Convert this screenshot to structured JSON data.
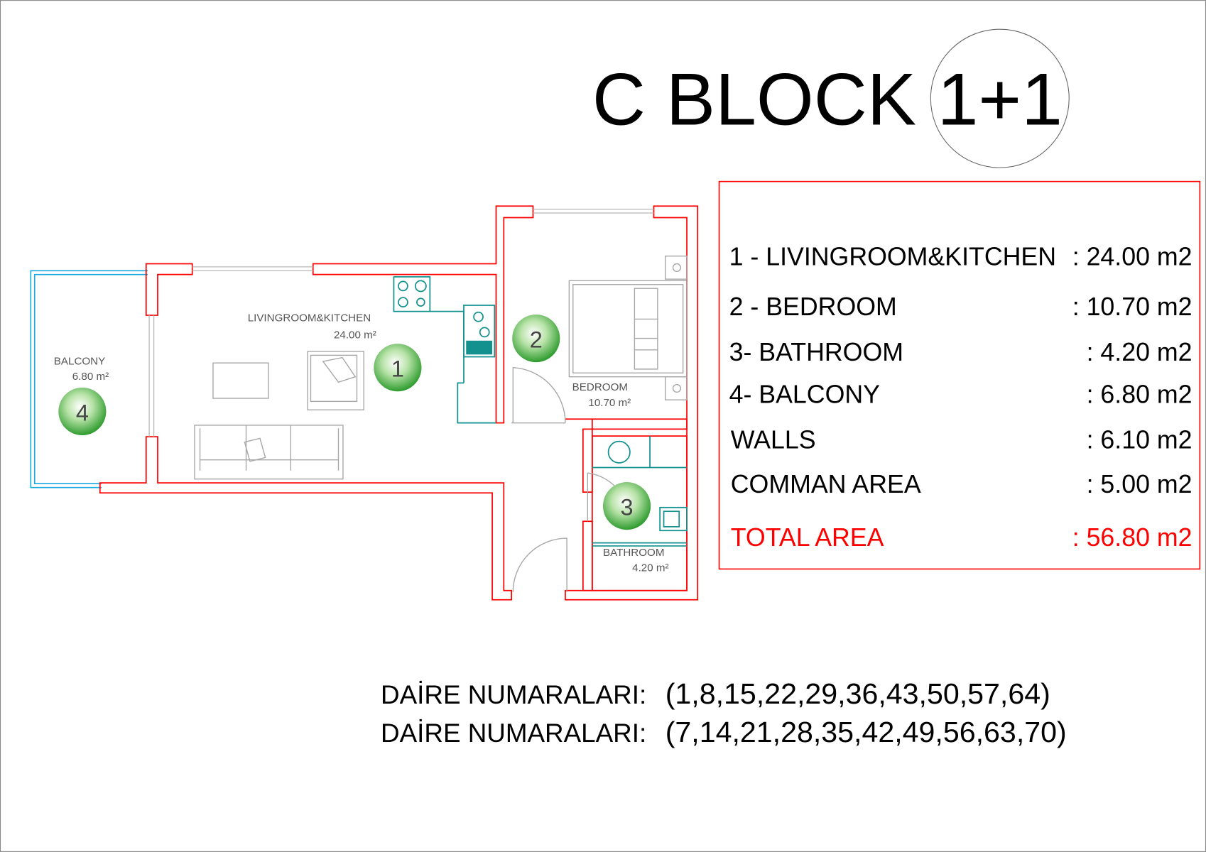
{
  "title": "C BLOCK",
  "unit_type": "1+1",
  "rooms": [
    {
      "number": "1",
      "name": "LIVINGROOM&KITCHEN",
      "area": "24.00 m²"
    },
    {
      "number": "2",
      "name": "BEDROOM",
      "area": "10.70 m²"
    },
    {
      "number": "3",
      "name": "BATHROOM",
      "area": "4.20 m²"
    },
    {
      "number": "4",
      "name": "BALCONY",
      "area": "6.80 m²"
    }
  ],
  "area_table": {
    "rows": [
      {
        "label": "1 - LIVINGROOM&KITCHEN",
        "value": ": 24.00 m2"
      },
      {
        "label": "2 - BEDROOM",
        "value": ": 10.70 m2"
      },
      {
        "label": "3- BATHROOM",
        "value": ":  4.20 m2"
      },
      {
        "label": "4- BALCONY",
        "value": ": 6.80 m2"
      },
      {
        "label": "WALLS",
        "value": ":   6.10 m2"
      },
      {
        "label": "COMMAN AREA",
        "value": ": 5.00 m2"
      }
    ],
    "total": {
      "label": "TOTAL AREA",
      "value": ": 56.80 m2"
    }
  },
  "apartment_numbers": [
    {
      "label": "DAİRE NUMARALARI:",
      "numbers": "(1,8,15,22,29,36,43,50,57,64)"
    },
    {
      "label": "DAİRE NUMARALARI:",
      "numbers": "(7,14,21,28,35,42,49,56,63,70)"
    }
  ],
  "colors": {
    "wall": "#ff0000",
    "balcony": "#1aa8e0",
    "fixtures": "#12918f",
    "marker": "#3aa83a",
    "total": "#ff0000"
  }
}
